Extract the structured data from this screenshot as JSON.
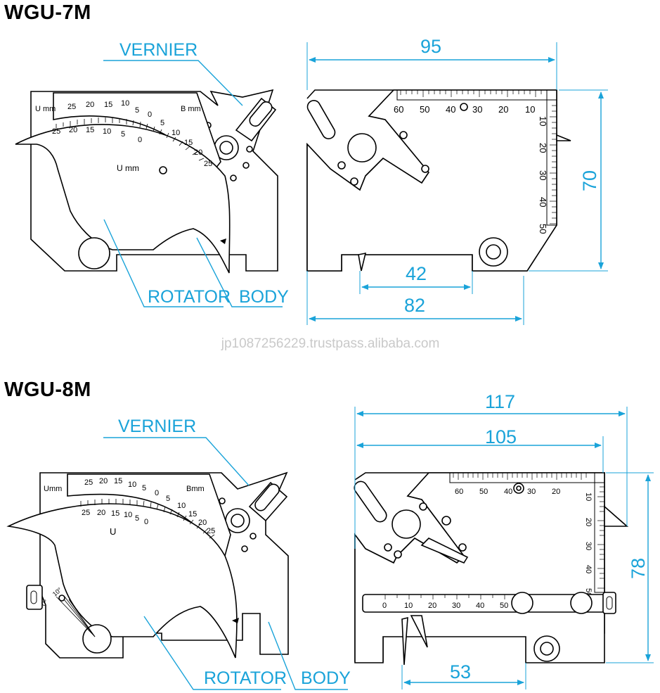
{
  "models": [
    {
      "title": "WGU-7M",
      "labels": {
        "vernier": "VERNIER",
        "rotator": "ROTATOR",
        "body": "BODY",
        "rotator_unit": "U mm"
      },
      "front_scale": {
        "u_unit": "U mm",
        "b_unit": "B mm",
        "top_numbers": [
          "25",
          "20",
          "15",
          "10",
          "5",
          "0",
          "5",
          "10",
          "15",
          "20",
          "25"
        ],
        "inner_numbers": [
          "25",
          "20",
          "15",
          "10",
          "5",
          "0"
        ]
      },
      "dimensions": {
        "overall_width": "95",
        "height": "70",
        "base_width": "82",
        "slot_width": "42"
      },
      "rear_scale": {
        "top_numbers": [
          "60",
          "50",
          "40",
          "30",
          "20",
          "10"
        ],
        "side_numbers": [
          "10",
          "20",
          "30",
          "40",
          "50"
        ]
      }
    },
    {
      "title": "WGU-8M",
      "labels": {
        "vernier": "VERNIER",
        "rotator": "ROTATOR",
        "body": "BODY",
        "rotator_unit": "U"
      },
      "front_scale": {
        "u_unit": "Umm",
        "b_unit": "Bmm",
        "top_numbers": [
          "25",
          "20",
          "15",
          "10",
          "5",
          "0",
          "5",
          "10",
          "15",
          "20",
          "25"
        ],
        "inner_numbers": [
          "25",
          "20",
          "15",
          "10",
          "5",
          "0"
        ],
        "angle_numbers": [
          "0°",
          "10°"
        ]
      },
      "dimensions": {
        "overall_width": "117",
        "inner_width": "105",
        "height": "78",
        "slot_width": "53"
      },
      "rear_scale": {
        "top_numbers": [
          "60",
          "50",
          "40",
          "30",
          "20"
        ],
        "side_numbers": [
          "10",
          "20",
          "30",
          "40",
          "50"
        ],
        "slide_numbers": [
          "0",
          "10",
          "20",
          "30",
          "40",
          "50"
        ]
      }
    }
  ],
  "watermark": "jp1087256229.trustpass.alibaba.com",
  "colors": {
    "dimension": "#1aa3d9",
    "outline": "#000000",
    "watermark": "#c9c9c9"
  }
}
